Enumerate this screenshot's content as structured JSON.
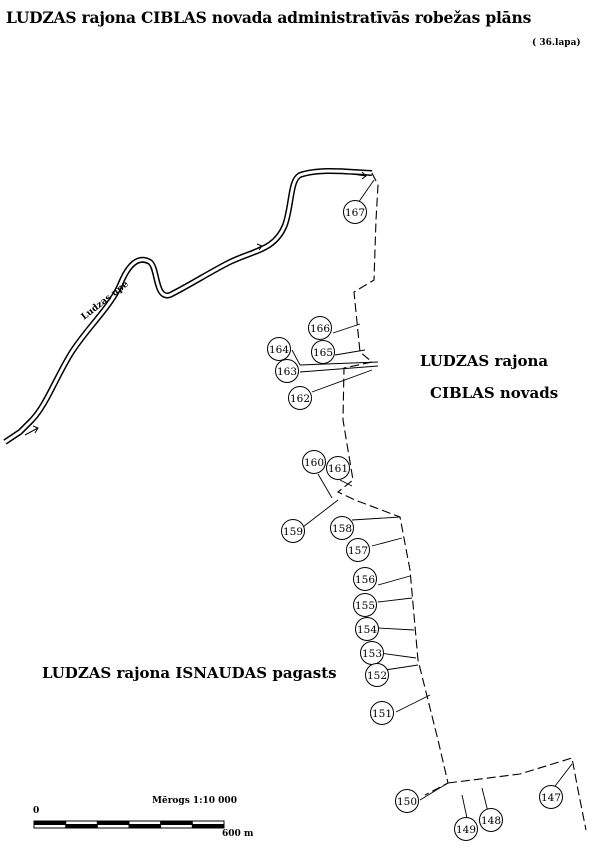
{
  "title": "LUDZAS rajona CIBLAS novada administratīvās robežas plāns",
  "sheet": "( 36.lapa)",
  "river_label": "Ludzas upe",
  "regions": {
    "ciblas_line1": "LUDZAS rajona",
    "ciblas_line2": "CIBLAS novads",
    "isnaudas": "LUDZAS rajona ISNAUDAS pagasts"
  },
  "scale": {
    "title": "Mērogs 1:10 000",
    "start": "0",
    "end": "600 m"
  },
  "points": [
    "167",
    "166",
    "165",
    "164",
    "163",
    "162",
    "161",
    "160",
    "159",
    "158",
    "157",
    "156",
    "155",
    "154",
    "153",
    "152",
    "151",
    "150",
    "149",
    "148",
    "147"
  ]
}
